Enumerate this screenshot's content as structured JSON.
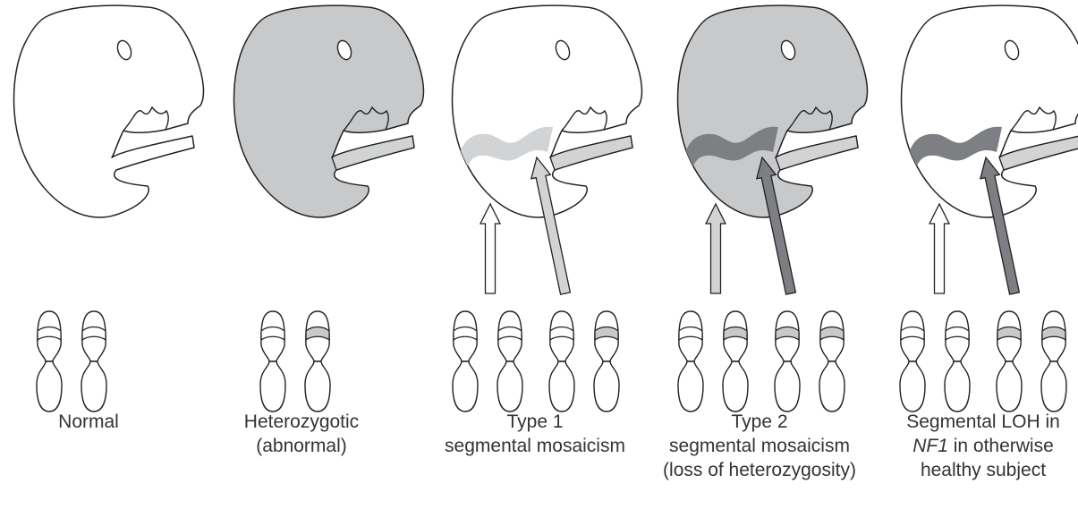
{
  "colors": {
    "outline": "#222222",
    "white": "#ffffff",
    "light_gray": "#d2d3d5",
    "mid_gray": "#c8c9cb",
    "dark_gray": "#7d7f82",
    "text": "#333333"
  },
  "panels": [
    {
      "id": "normal",
      "caption": [
        "Normal"
      ],
      "embryo_fill": "white",
      "stripe": "none",
      "arrows": [],
      "chromosome_pairs": [
        [
          "plain",
          "plain"
        ]
      ]
    },
    {
      "id": "heterozygotic",
      "caption": [
        "Heterozygotic",
        "(abnormal)"
      ],
      "embryo_fill": "mid_gray",
      "stripe": "none",
      "arrows": [],
      "chromosome_pairs": [
        [
          "plain",
          "gray"
        ]
      ]
    },
    {
      "id": "type1",
      "caption": [
        "Type 1",
        "segmental mosaicism"
      ],
      "embryo_fill": "white",
      "stripe": "light_gray",
      "arrows": [
        "white",
        "light_gray"
      ],
      "chromosome_pairs": [
        [
          "plain",
          "plain"
        ],
        [
          "plain",
          "gray"
        ]
      ]
    },
    {
      "id": "type2",
      "caption": [
        "Type 2",
        "segmental mosaicism",
        "(loss of heterozygosity)"
      ],
      "embryo_fill": "mid_gray",
      "stripe": "dark_gray",
      "arrows": [
        "light_gray",
        "dark_gray"
      ],
      "chromosome_pairs": [
        [
          "plain",
          "gray"
        ],
        [
          "gray",
          "gray"
        ]
      ]
    },
    {
      "id": "segmental-loh",
      "caption": [
        "Segmental LOH in",
        "NF1 in otherwise",
        "healthy subject"
      ],
      "caption_italic_prefix": "NF1",
      "embryo_fill": "white",
      "stripe": "dark_gray",
      "arrows": [
        "white",
        "dark_gray"
      ],
      "chromosome_pairs": [
        [
          "plain",
          "plain"
        ],
        [
          "gray",
          "gray"
        ]
      ]
    }
  ]
}
